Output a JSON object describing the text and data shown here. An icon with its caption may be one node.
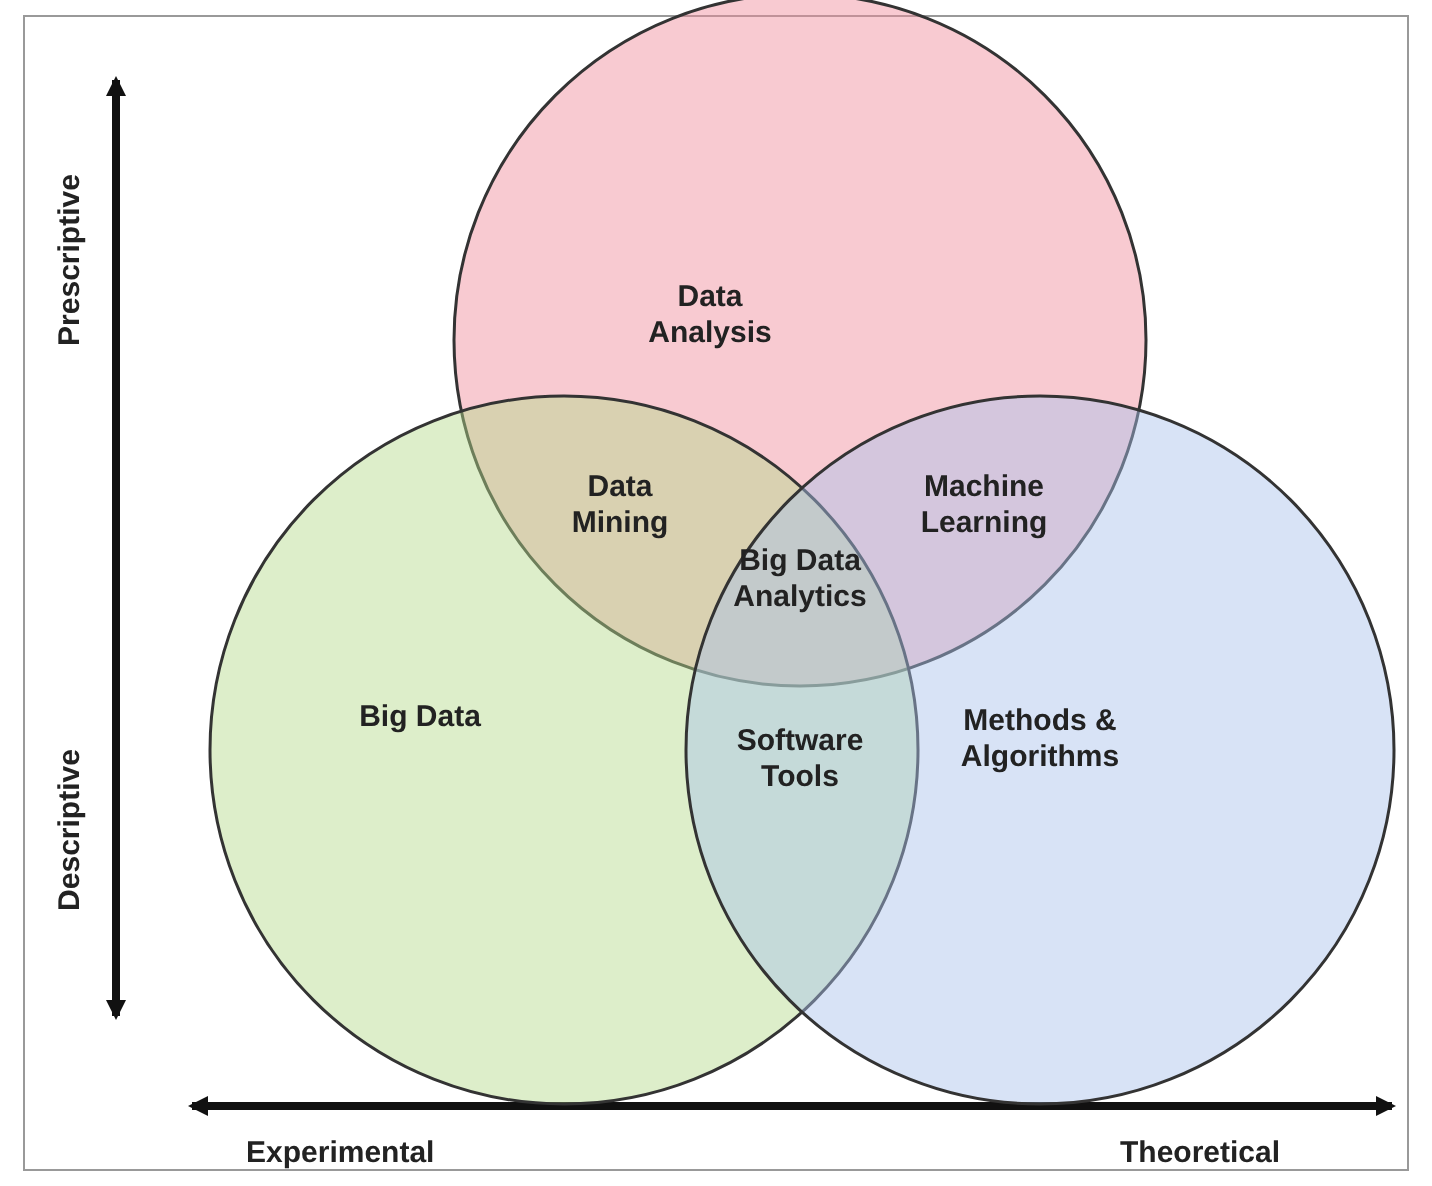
{
  "diagram": {
    "nodes": [
      {
        "text": [
          "Data Analysis"
        ]
      },
      {
        "text": [
          "Big Data"
        ]
      },
      {
        "text": [
          "Methods & Algorithms"
        ]
      }
    ],
    "labels": [
      "Prescriptive",
      "Data Mining",
      "Machine Learning",
      "Big Data Analytics",
      "Software Tools",
      "Descriptive",
      "Experimental",
      "Theoretical"
    ]
  }
}
